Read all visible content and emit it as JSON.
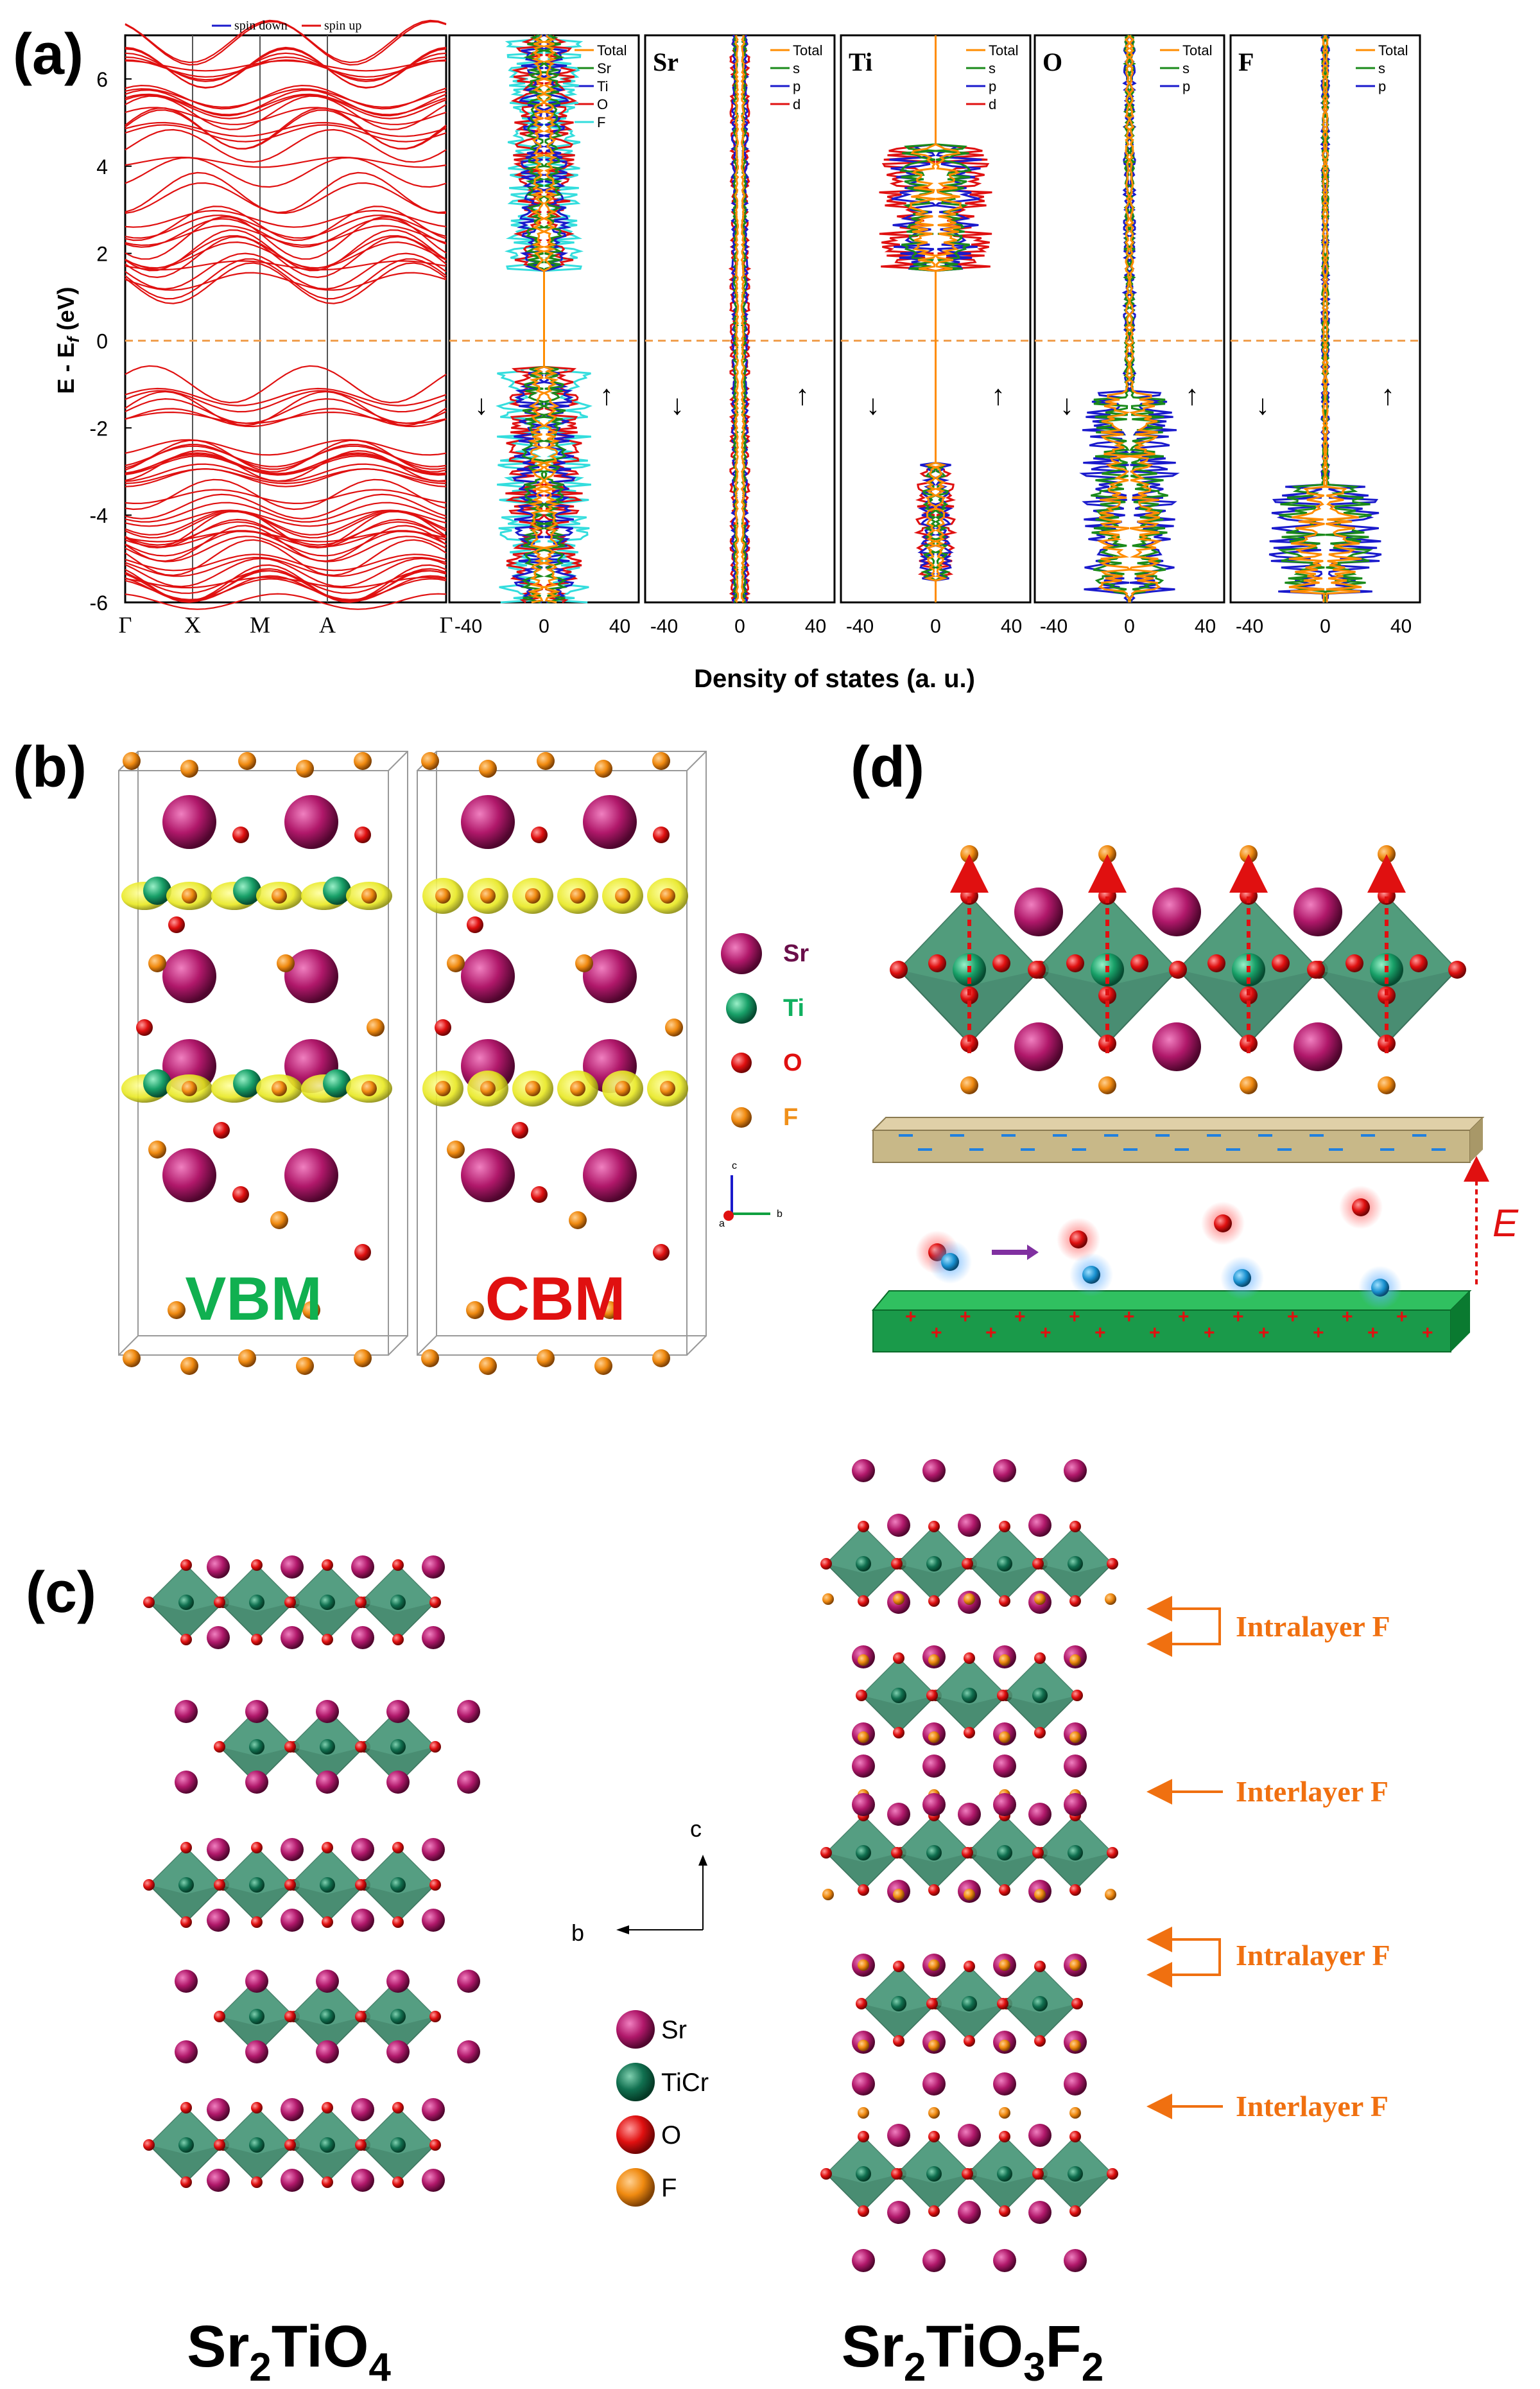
{
  "figure": {
    "panel_labels": [
      "(a)",
      "(b)",
      "(c)",
      "(d)"
    ]
  },
  "panel_a": {
    "legend": {
      "spin_down": "spin down",
      "spin_up": "spin up"
    },
    "y_axis_label": "E - E",
    "y_axis_label_sub": "f",
    "y_axis_unit": " (eV)",
    "y_ticks": [
      "6",
      "4",
      "2",
      "0",
      "-2",
      "-4",
      "-6"
    ],
    "k_points": [
      "Γ",
      "X",
      "M",
      "A",
      "Γ"
    ],
    "dos_x_ticks": [
      "-40",
      "0",
      "40"
    ],
    "x_axis_label": "Density of states (a. u.)",
    "arrow_down": "↓",
    "arrow_up": "↑",
    "dos_panels": [
      {
        "title": "",
        "legend": [
          "Total",
          "Sr",
          "Ti",
          "O",
          "F"
        ],
        "colors": [
          "#ff8c00",
          "#1a8a1a",
          "#1a1acc",
          "#e01010",
          "#33dddd"
        ]
      },
      {
        "title": "Sr",
        "legend": [
          "Total",
          "s",
          "p",
          "d"
        ],
        "colors": [
          "#ff8c00",
          "#1a8a1a",
          "#1a1acc",
          "#e01010"
        ]
      },
      {
        "title": "Ti",
        "legend": [
          "Total",
          "s",
          "p",
          "d"
        ],
        "colors": [
          "#ff8c00",
          "#1a8a1a",
          "#1a1acc",
          "#e01010"
        ]
      },
      {
        "title": "O",
        "legend": [
          "Total",
          "s",
          "p"
        ],
        "colors": [
          "#ff8c00",
          "#1a8a1a",
          "#1a1acc"
        ]
      },
      {
        "title": "F",
        "legend": [
          "Total",
          "s",
          "p"
        ],
        "colors": [
          "#ff8c00",
          "#1a8a1a",
          "#1a1acc"
        ]
      }
    ],
    "colors": {
      "spin_up": "#e01010",
      "spin_down": "#1a1acc",
      "fermi": "#f0a050"
    }
  },
  "panel_b": {
    "caption_vbm": "VBM",
    "caption_cbm": "CBM",
    "legend": [
      {
        "label": "Sr",
        "color": "#b0186a",
        "text_color": "#6a0e4a"
      },
      {
        "label": "Ti",
        "color": "#18b070",
        "text_color": "#10b060"
      },
      {
        "label": "O",
        "color": "#e01010",
        "text_color": "#e01010"
      },
      {
        "label": "F",
        "color": "#f0901a",
        "text_color": "#f0901a"
      }
    ],
    "axes": {
      "c": "c",
      "a": "a",
      "b": "b"
    },
    "colors": {
      "vbm": "#10b050",
      "cbm": "#e01010",
      "isosurface": "#e8e820"
    }
  },
  "panel_c": {
    "axis_c": "c",
    "axis_b": "b",
    "legend": [
      {
        "label": "Sr",
        "color": "#b0186a"
      },
      {
        "label": "TiCr",
        "color": "#117050"
      },
      {
        "label": "O",
        "color": "#e81010"
      },
      {
        "label": "F",
        "color": "#f08a10"
      }
    ],
    "formula_left": {
      "parts": [
        "Sr",
        "2",
        "TiO",
        "4"
      ]
    },
    "formula_right": {
      "parts": [
        "Sr",
        "2",
        "TiO",
        "3",
        "F",
        "2"
      ]
    },
    "annotations": [
      "Intralayer F",
      "Interlayer F",
      "Intralayer F",
      "Interlayer F"
    ],
    "colors": {
      "annotation": "#f07010",
      "octahedron": "#2a7a5a"
    }
  },
  "panel_d": {
    "field_label": "E",
    "colors": {
      "top_plate": "#c8b888",
      "bottom_plate": "#1a9a4a",
      "field": "#e01010",
      "minus": "#2080e0",
      "plus": "#e01010",
      "arrow": "#8030a0"
    }
  }
}
